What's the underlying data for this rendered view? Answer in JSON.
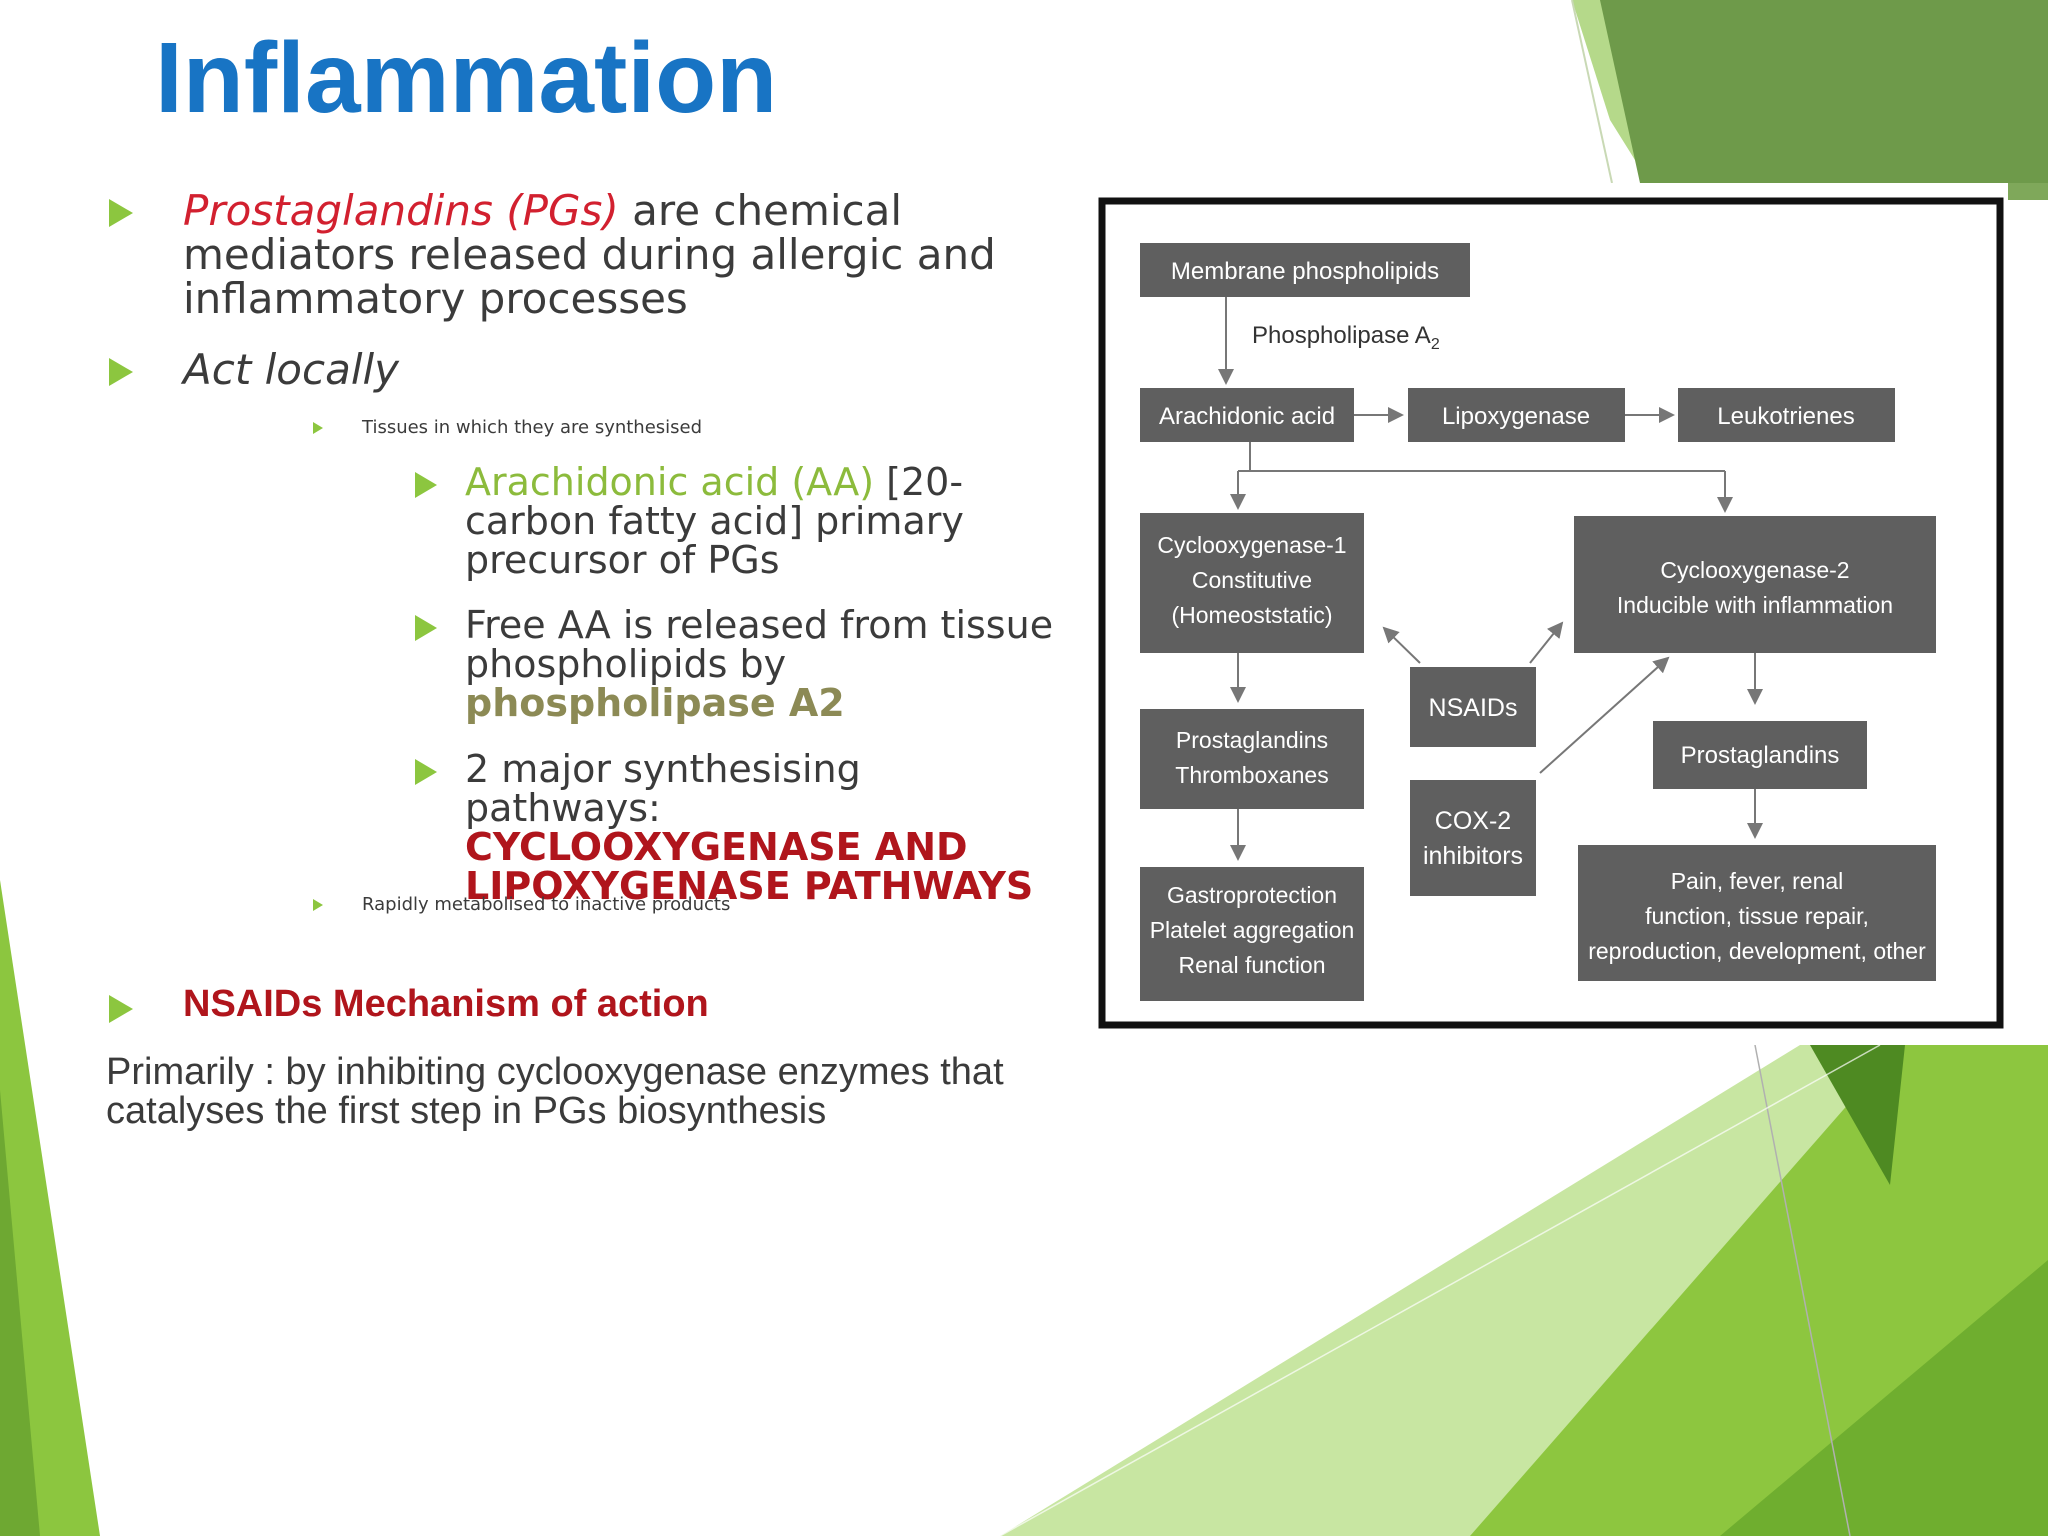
{
  "slide": {
    "title": "Inflammation",
    "colors": {
      "title_blue": "#1874c4",
      "accent_green": "#8cc63f",
      "highlight_red": "#d2202f",
      "dark_red": "#b0151c",
      "olive": "#8c8a55",
      "box_gray": "#5f5f5f"
    }
  },
  "bullets": {
    "pg_red": "Prostaglandins (PGs)",
    "pg_rest": " are chemical mediators released during allergic and inflammatory processes",
    "act_locally": "Act locally",
    "tissues": "Tissues in which they are synthesised",
    "aa_green": "Arachidonic acid (AA)",
    "aa_rest": " [20-carbon fatty acid] primary precursor of PGs",
    "free_aa": "Free AA is released from tissue phospholipids by ",
    "free_aa_olive": "phospholipase A2",
    "pathways": "2 major synthesising pathways: ",
    "pathways_red": "CYCLOOXYGENASE AND LIPOXYGENASE PATHWAYS",
    "metabolised": "Rapidly metabolised to inactive products",
    "nsaids_head": "NSAIDs Mechanism of action",
    "primarily": "Primarily : by inhibiting cyclooxygenase enzymes that catalyses the first step in PGs biosynthesis"
  },
  "diagram": {
    "membrane": "Membrane phospholipids",
    "pla2_label": "Phospholipase A",
    "pla2_sub": "2",
    "arachidonic": "Arachidonic acid",
    "lipoxygenase": "Lipoxygenase",
    "leukotrienes": "Leukotrienes",
    "cox1": [
      "Cyclooxygenase-1",
      "Constitutive",
      "(Homeoststatic)"
    ],
    "cox2": [
      "Cyclooxygenase-2",
      "Inducible with inflammation"
    ],
    "nsaids": "NSAIDs",
    "cox2_inhib": [
      "COX-2",
      "inhibitors"
    ],
    "pg_tx": [
      "Prostaglandins",
      "Thromboxanes"
    ],
    "pg_right": "Prostaglandins",
    "gastro": [
      "Gastroprotection",
      "Platelet aggregation",
      "Renal function"
    ],
    "pain": [
      "Pain, fever, renal",
      "function, tissue repair,",
      "reproduction, development, other"
    ]
  }
}
